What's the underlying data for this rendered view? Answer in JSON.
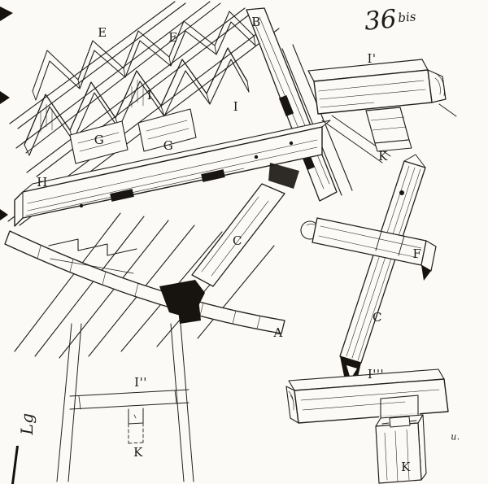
{
  "colors": {
    "paper": "#fbfaf6",
    "ink": "#23201c"
  },
  "plate": {
    "number": "36",
    "suffix": "bis"
  },
  "labels": {
    "e1": "E",
    "e2": "E",
    "b": "B",
    "i1": "I",
    "i2": "I",
    "g1": "G",
    "g2": "G",
    "h": "H",
    "c_strut": "C",
    "a": "A",
    "i_prime": "I'",
    "k_top": "K",
    "f": "F",
    "c_cross": "C",
    "i_triple": "I'''",
    "k_bottom": "K",
    "i_double": "I''",
    "k_inset": "K",
    "mark_left": "Lg",
    "mark_right": "u."
  }
}
